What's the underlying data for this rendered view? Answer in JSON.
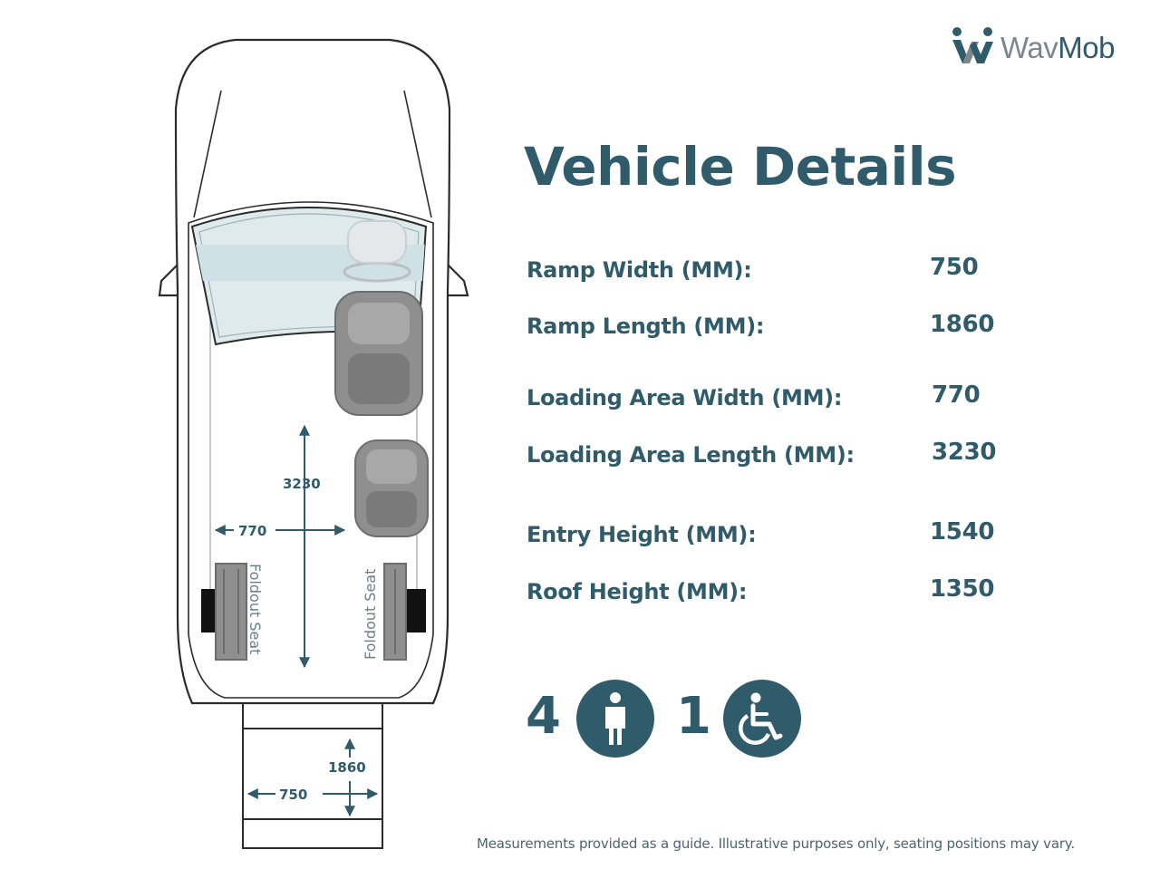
{
  "brand": {
    "logo_text_a": "Wav",
    "logo_text_b": "Mob"
  },
  "title": "Vehicle Details",
  "specs": [
    {
      "label": "Ramp Width (MM):",
      "value": "750"
    },
    {
      "label": "Ramp Length (MM):",
      "value": "1860"
    },
    {
      "label": "Loading Area Width (MM):",
      "value": "770"
    },
    {
      "label": "Loading Area Length (MM):",
      "value": "3230"
    },
    {
      "label": "Entry Height (MM):",
      "value": "1540"
    },
    {
      "label": "Roof Height (MM):",
      "value": "1350"
    }
  ],
  "capacity": {
    "passengers": "4",
    "wheelchairs": "1"
  },
  "diagram": {
    "loading_length": "3230",
    "loading_width": "770",
    "ramp_length": "1860",
    "ramp_width": "750",
    "foldout_seat_label": "Foldout Seat"
  },
  "icons": [
    "person-icon",
    "wheelchair-icon"
  ],
  "colors": {
    "accent": "#2f5b6b",
    "text_grey": "#7d868b"
  },
  "footnote": "Measurements provided as a guide. Illustrative purposes only, seating positions may vary."
}
